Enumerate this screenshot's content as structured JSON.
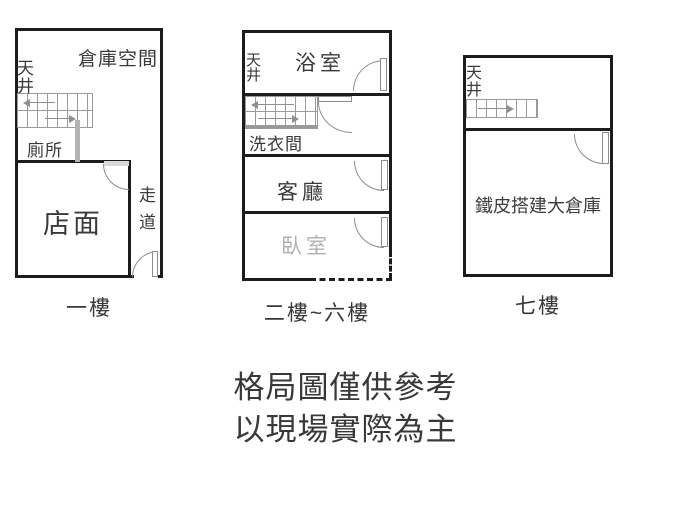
{
  "colors": {
    "wall": "#1c1c1c",
    "stairs": "#9a9a9a",
    "door": "#8c8c8c",
    "faded_text": "#b0b0b0",
    "text": "#383838"
  },
  "floors": [
    {
      "label": "一樓",
      "rooms": {
        "warehouse": "倉庫空間",
        "skylight": "天井",
        "toilet": "廁所",
        "storefront": "店面",
        "walkway": "走道"
      }
    },
    {
      "label": "二樓~六樓",
      "rooms": {
        "bathroom": "浴室",
        "skylight": "天井",
        "laundry": "洗衣間",
        "living_room": "客廳",
        "bedroom": "臥室"
      }
    },
    {
      "label": "七樓",
      "rooms": {
        "skylight": "天井",
        "warehouse": "鐵皮搭建大倉庫"
      }
    }
  ],
  "disclaimer": {
    "line1": "格局圖僅供參考",
    "line2": "以現場實際為主"
  }
}
